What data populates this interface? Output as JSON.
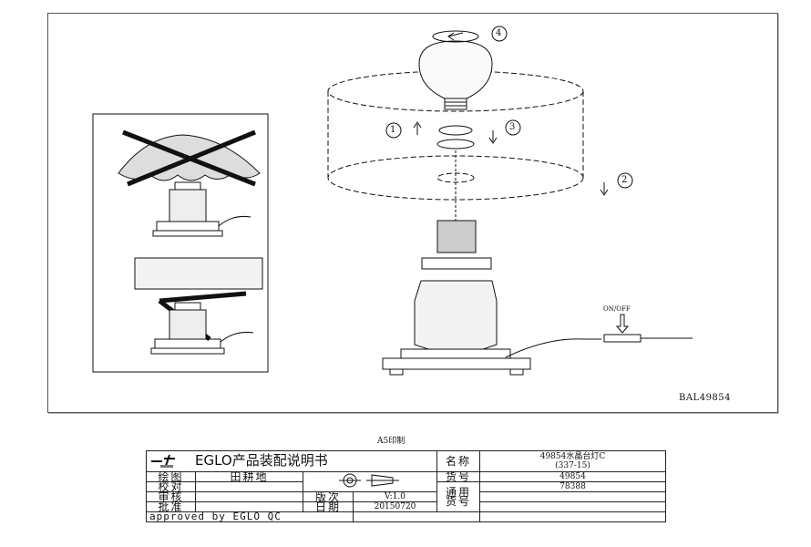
{
  "drawing": {
    "step_labels": [
      "1",
      "2",
      "3",
      "4"
    ],
    "switch_label": "ON/OFF",
    "drawing_code": "BAL49854",
    "print_note": "A5印制"
  },
  "title_block": {
    "brand_title": "EGLO产品装配说明书",
    "name_label": "名称",
    "name_value_1": "49854水晶台灯C",
    "name_value_2": "(337-15)",
    "drawn_label": "绘图",
    "drawn_value": "田耕地",
    "item_no_label": "货号",
    "item_no_value": "49854",
    "checked_label": "校对",
    "general_label_1": "通用",
    "general_label_2": "货号",
    "general_value": "78388",
    "review_label": "审核",
    "version_label": "版次",
    "version_value": "V:1.0",
    "approve_label": "批准",
    "date_label": "日期",
    "date_value": "20150720",
    "approved_by": "approved by EGLO QC"
  }
}
